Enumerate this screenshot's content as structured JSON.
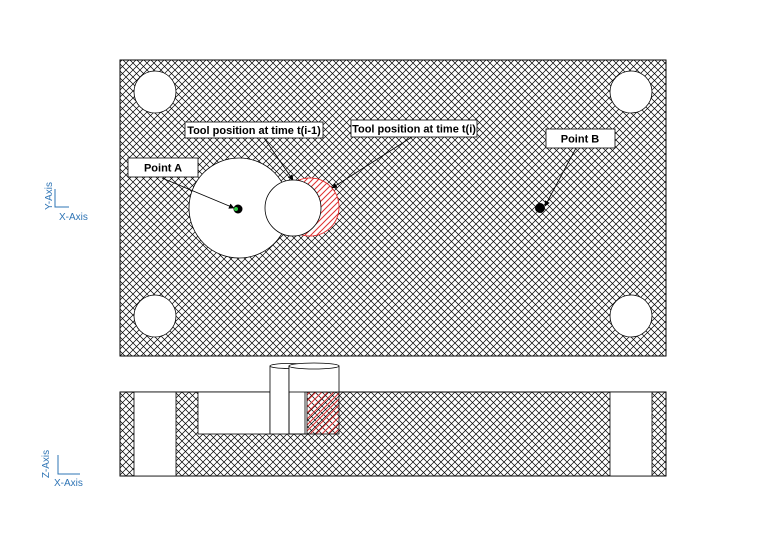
{
  "top_view": {
    "labels": {
      "point_a": "Point A",
      "point_b": "Point B",
      "tool_prev": "Tool position at time t(i-1)",
      "tool_curr": "Tool position at time t(i)"
    },
    "axes": {
      "vertical": "Y-Axis",
      "horizontal": "X-Axis"
    }
  },
  "side_view": {
    "axes": {
      "vertical": "Z-Axis",
      "horizontal": "X-Axis"
    }
  },
  "colors": {
    "hatch": "#000000",
    "cut_region": "#e03030",
    "axis": "#2e74b5",
    "point_a_marker": "#2ecc40"
  }
}
